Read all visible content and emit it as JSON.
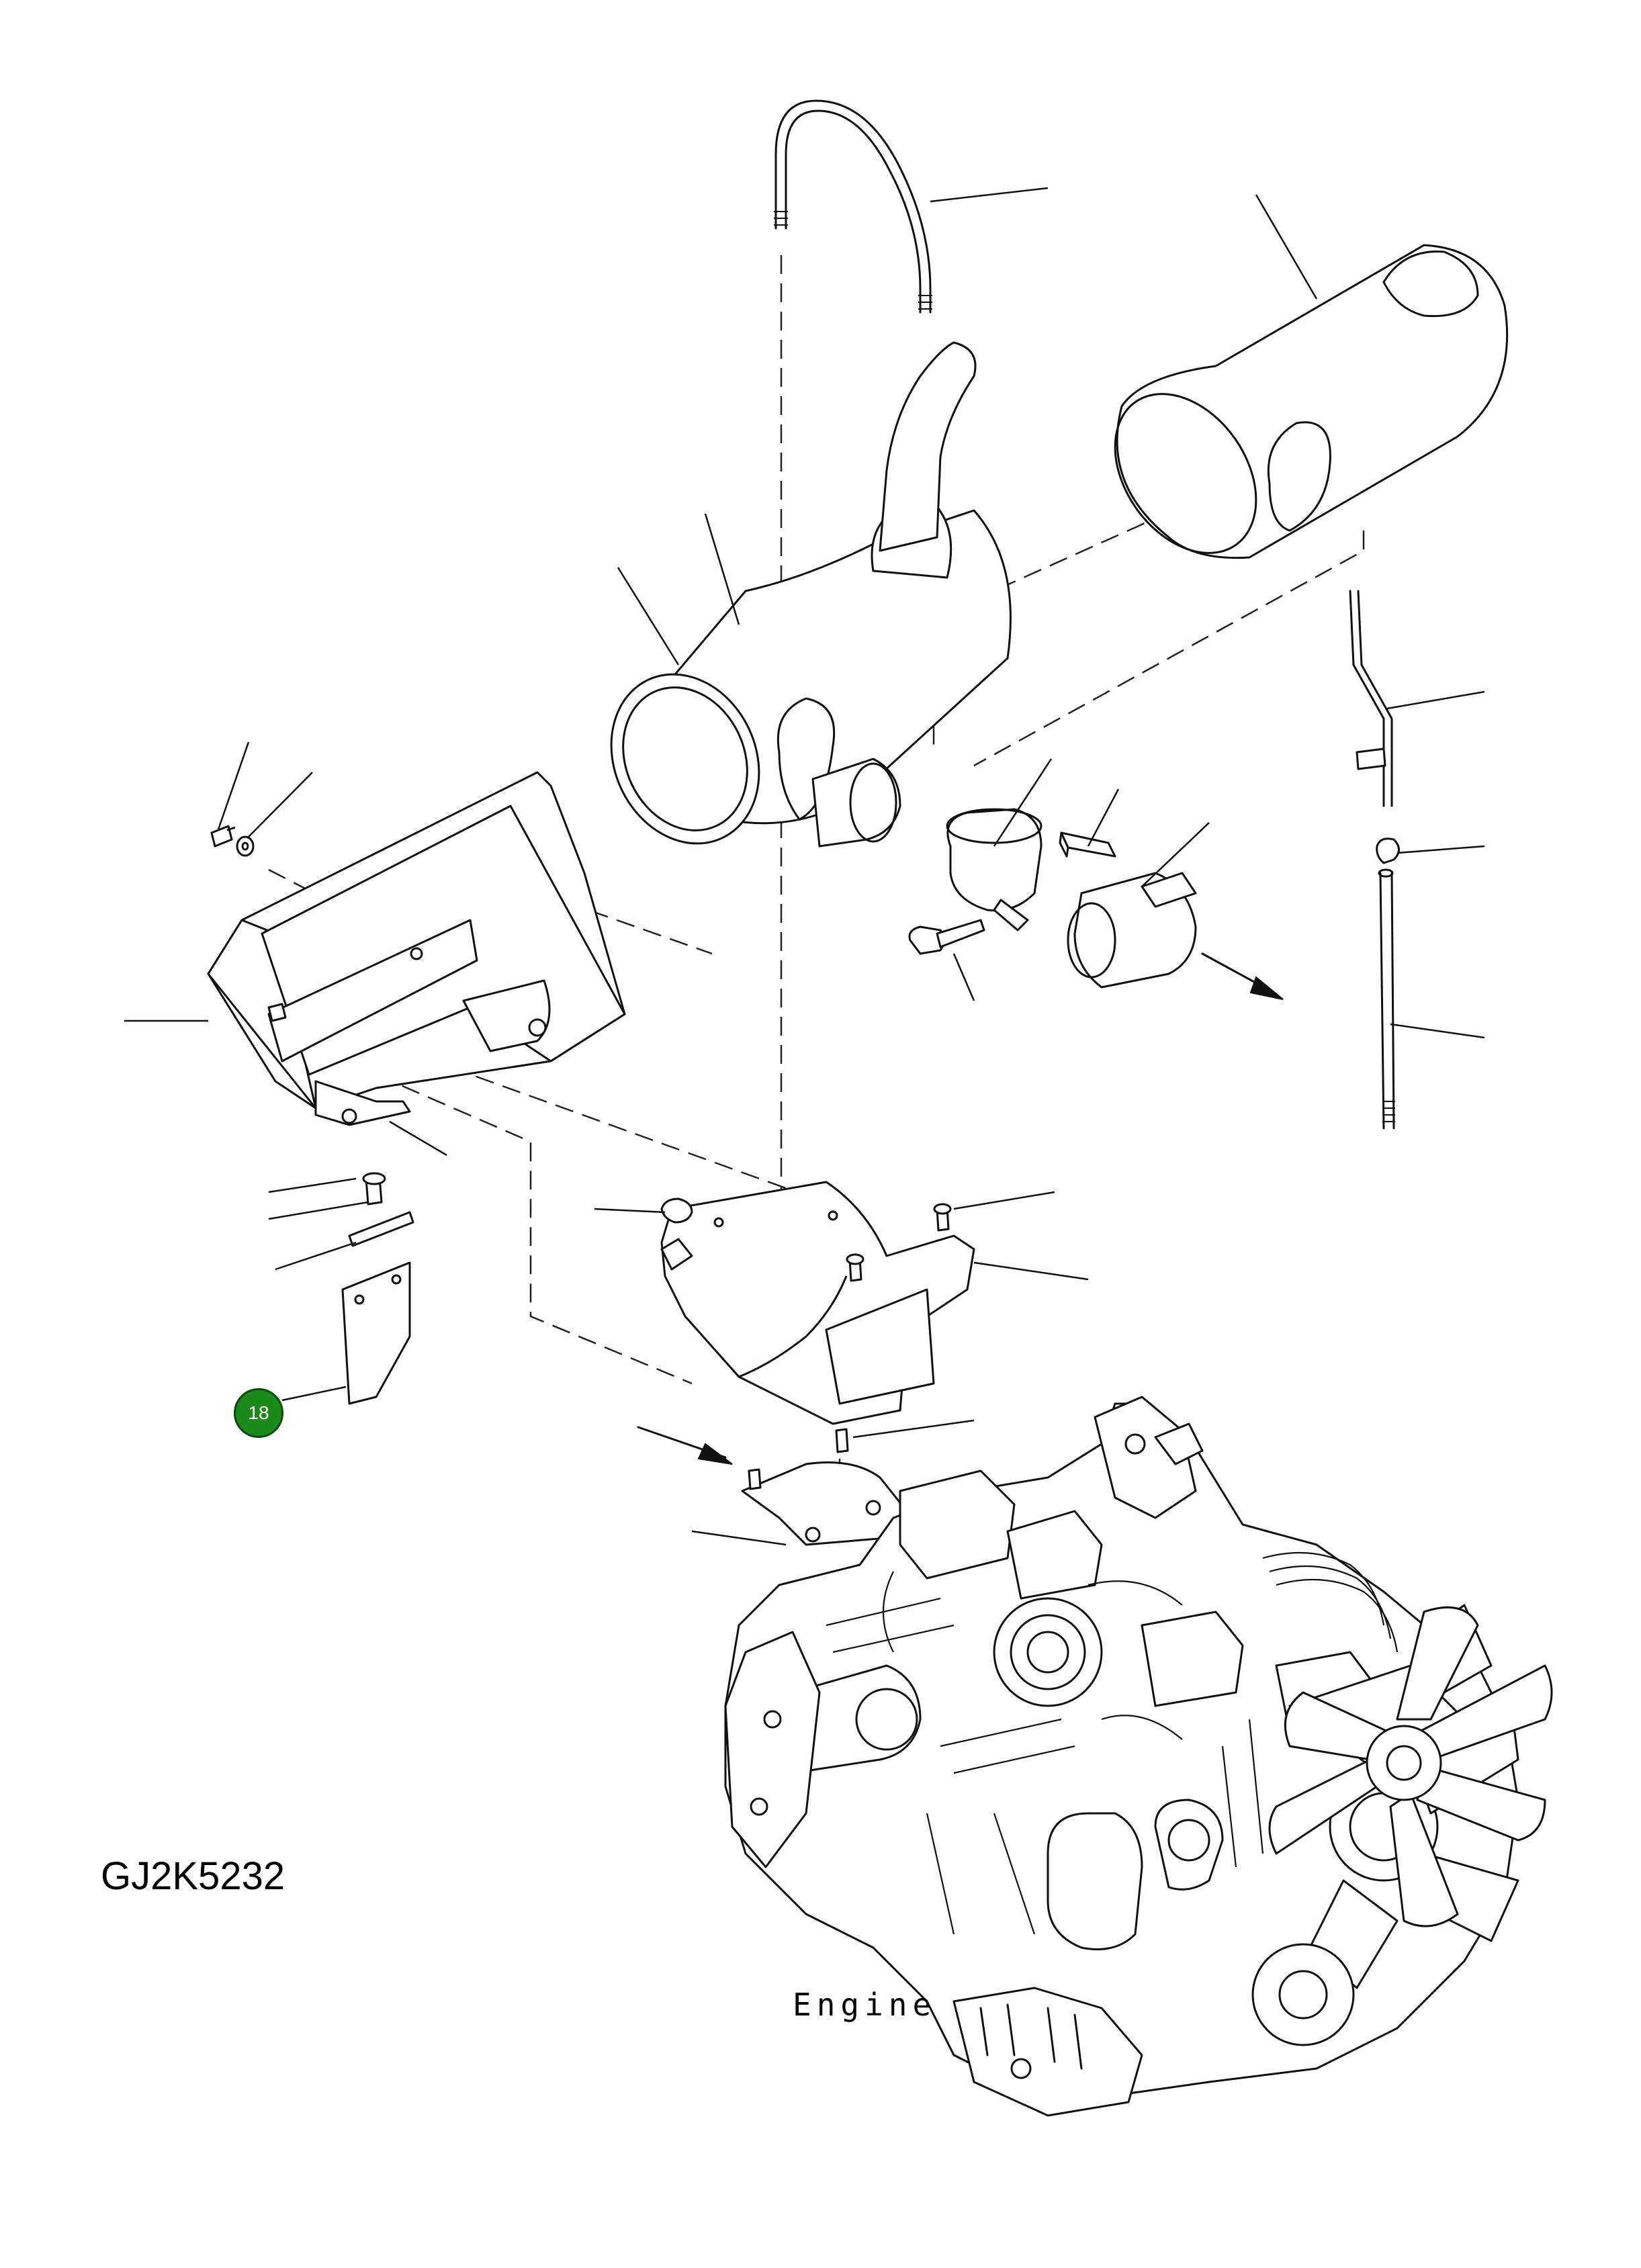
{
  "diagram": {
    "code": "GJ2K5232",
    "engine_label": "Engine",
    "callouts": [
      {
        "number": "18",
        "color": "#1a8a1a",
        "part": "plate"
      }
    ]
  }
}
